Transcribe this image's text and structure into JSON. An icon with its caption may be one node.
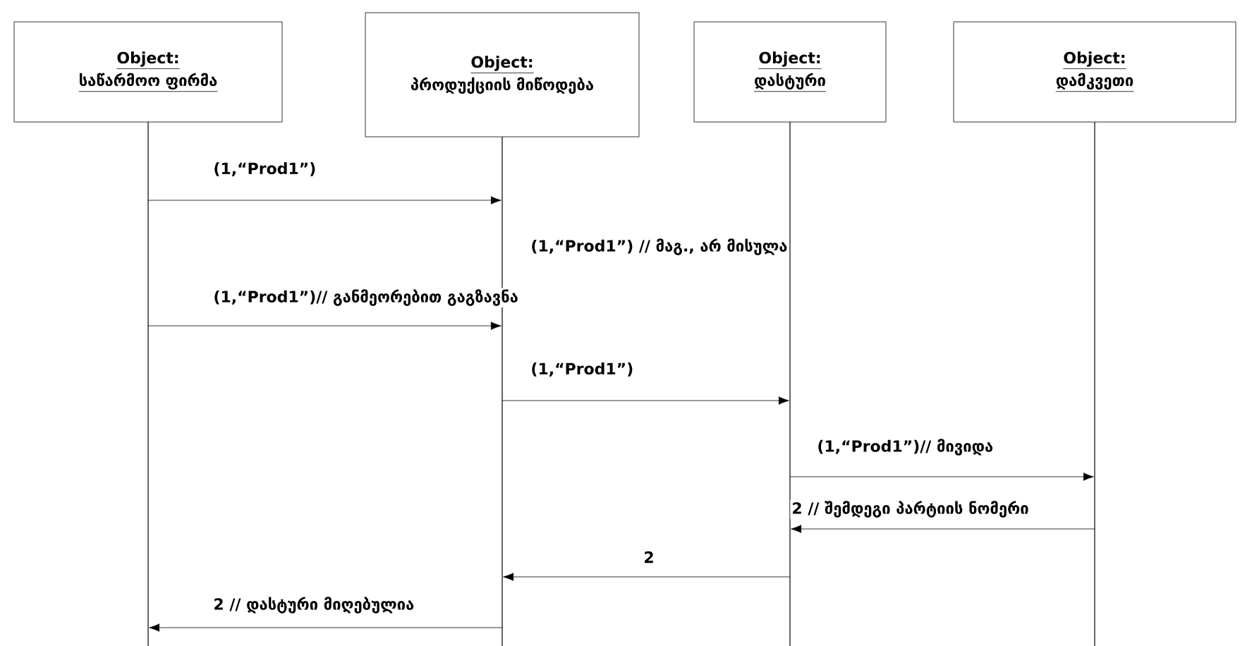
{
  "diagram": {
    "nodes": [
      {
        "text": [
          "Object:",
          "საწარმოო ფირმა"
        ]
      },
      {
        "text": [
          "Object:",
          "პროდუქციის მიწოდება"
        ]
      },
      {
        "text": [
          "Object:",
          "დასტური"
        ]
      },
      {
        "text": [
          "Object:",
          "დამკვეთი"
        ]
      },
      {
        "text": [],
        "shape": "line"
      },
      {
        "text": [],
        "shape": "line"
      },
      {
        "text": [],
        "shape": "line"
      },
      {
        "text": [],
        "shape": "line"
      }
    ],
    "edges": [
      {
        "from": 4,
        "to": 5,
        "arrow": "to",
        "label": "(1,“Prod1”)"
      },
      {
        "from": 4,
        "to": 5,
        "arrow": "to",
        "label": "(1,“Prod1”)// განმეორებით გაგზავნა"
      },
      {
        "from": 5,
        "to": 6,
        "arrow": "to",
        "label": "(1,“Prod1”)"
      },
      {
        "from": 6,
        "to": 7,
        "arrow": "to",
        "label": "(1,“Prod1”)// მივიდა"
      },
      {
        "from": 7,
        "to": 6,
        "arrow": "to",
        "label": "2 // შემდეგი პარტიის ნომერი"
      },
      {
        "from": 6,
        "to": 5,
        "arrow": "to",
        "label": "2"
      },
      {
        "from": 5,
        "to": 4,
        "arrow": "to",
        "label": "2 // დასტური მიღებულია"
      }
    ],
    "labels": [
      "(1,“Prod1”) // მაგ., არ მისულა"
    ]
  }
}
